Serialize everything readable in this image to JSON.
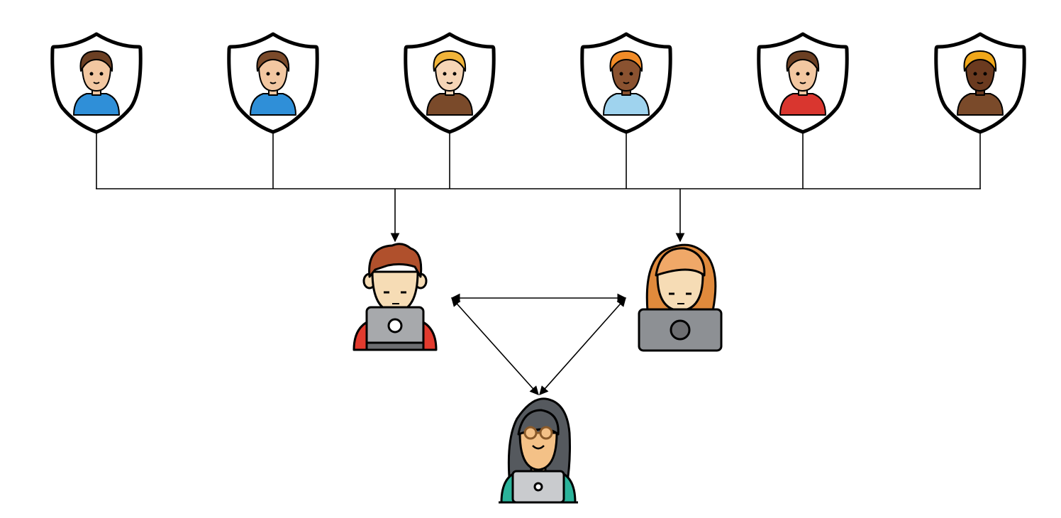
{
  "diagram": {
    "protected_users": [
      {
        "id": "user-1",
        "icon": "woman-brown-hair-blue-blazer-icon",
        "shirt": "#2f8fd8",
        "hair": "#6b3f23",
        "skin": "#f2c7a1"
      },
      {
        "id": "user-2",
        "icon": "man-beard-blue-shirt-icon",
        "shirt": "#2f8fd8",
        "hair": "#7a4a2a",
        "skin": "#f2c7a1"
      },
      {
        "id": "user-3",
        "icon": "man-glasses-brown-vest-icon",
        "shirt": "#7a4a2a",
        "hair": "#f0b43a",
        "skin": "#f6d5b6"
      },
      {
        "id": "user-4",
        "icon": "woman-orange-hair-icon",
        "shirt": "#9fd3ee",
        "hair": "#f28c28",
        "skin": "#8a5230"
      },
      {
        "id": "user-5",
        "icon": "bald-man-beard-glasses-icon",
        "shirt": "#d9362f",
        "hair": "#6b3f23",
        "skin": "#f2c7a1"
      },
      {
        "id": "user-6",
        "icon": "woman-headwrap-icon",
        "shirt": "#7a4a2a",
        "hair": "#f0a71a",
        "skin": "#6b3a1f"
      }
    ],
    "analysts": [
      {
        "id": "analyst-left",
        "icon": "man-laptop-red-hoodie-icon",
        "shirt": "#e23b2e",
        "hair": "#b0502c",
        "skin": "#f6dcb5",
        "laptop": "#a7a9ac"
      },
      {
        "id": "analyst-right",
        "icon": "woman-laptop-orange-hair-icon",
        "shirt": "#e08a3c",
        "hair": "#e08a3c",
        "skin": "#f6dcb5",
        "laptop": "#a7a9ac"
      },
      {
        "id": "analyst-bottom",
        "icon": "woman-laptop-glasses-green-shirt-icon",
        "shirt": "#2bb39a",
        "hair": "#55595e",
        "skin": "#f4c187",
        "laptop": "#c9cbce"
      }
    ],
    "shield_icon": "shield-icon",
    "colors": {
      "line": "#000000",
      "shield_stroke": "#000000",
      "background": "#ffffff"
    }
  }
}
